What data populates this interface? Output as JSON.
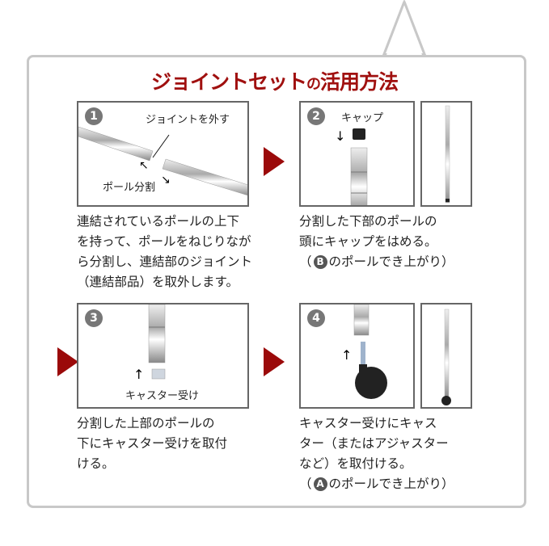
{
  "title": {
    "main": "ジョイントセット",
    "particle": "の",
    "rest": "活用方法"
  },
  "steps": [
    {
      "number": "1",
      "labels": [
        "ジョイントを外す",
        "ポール分割"
      ],
      "lines": [
        "連結されているポールの上下",
        "を持って、ポールをねじりなが",
        "ら分割し、連結部のジョイント",
        "（連結部品）を取外します。"
      ]
    },
    {
      "number": "2",
      "labels": [
        "キャップ"
      ],
      "lines": [
        "分割した下部のポールの",
        "頭にキャップをはめる。"
      ],
      "note": {
        "open": "（",
        "badge": "B",
        "text": "のポールでき上がり）"
      }
    },
    {
      "number": "3",
      "labels": [
        "キャスター受け"
      ],
      "lines": [
        "分割した上部のポールの",
        "下にキャスター受けを取付",
        "ける。"
      ]
    },
    {
      "number": "4",
      "labels": [],
      "lines": [
        "キャスター受けにキャス",
        "ター（またはアジャスター",
        "など）を取付ける。"
      ],
      "note": {
        "open": "（",
        "badge": "A",
        "text": "のポールでき上がり）"
      }
    }
  ],
  "colors": {
    "accent": "#9b0a0a",
    "frame": "#c8c8c8"
  }
}
